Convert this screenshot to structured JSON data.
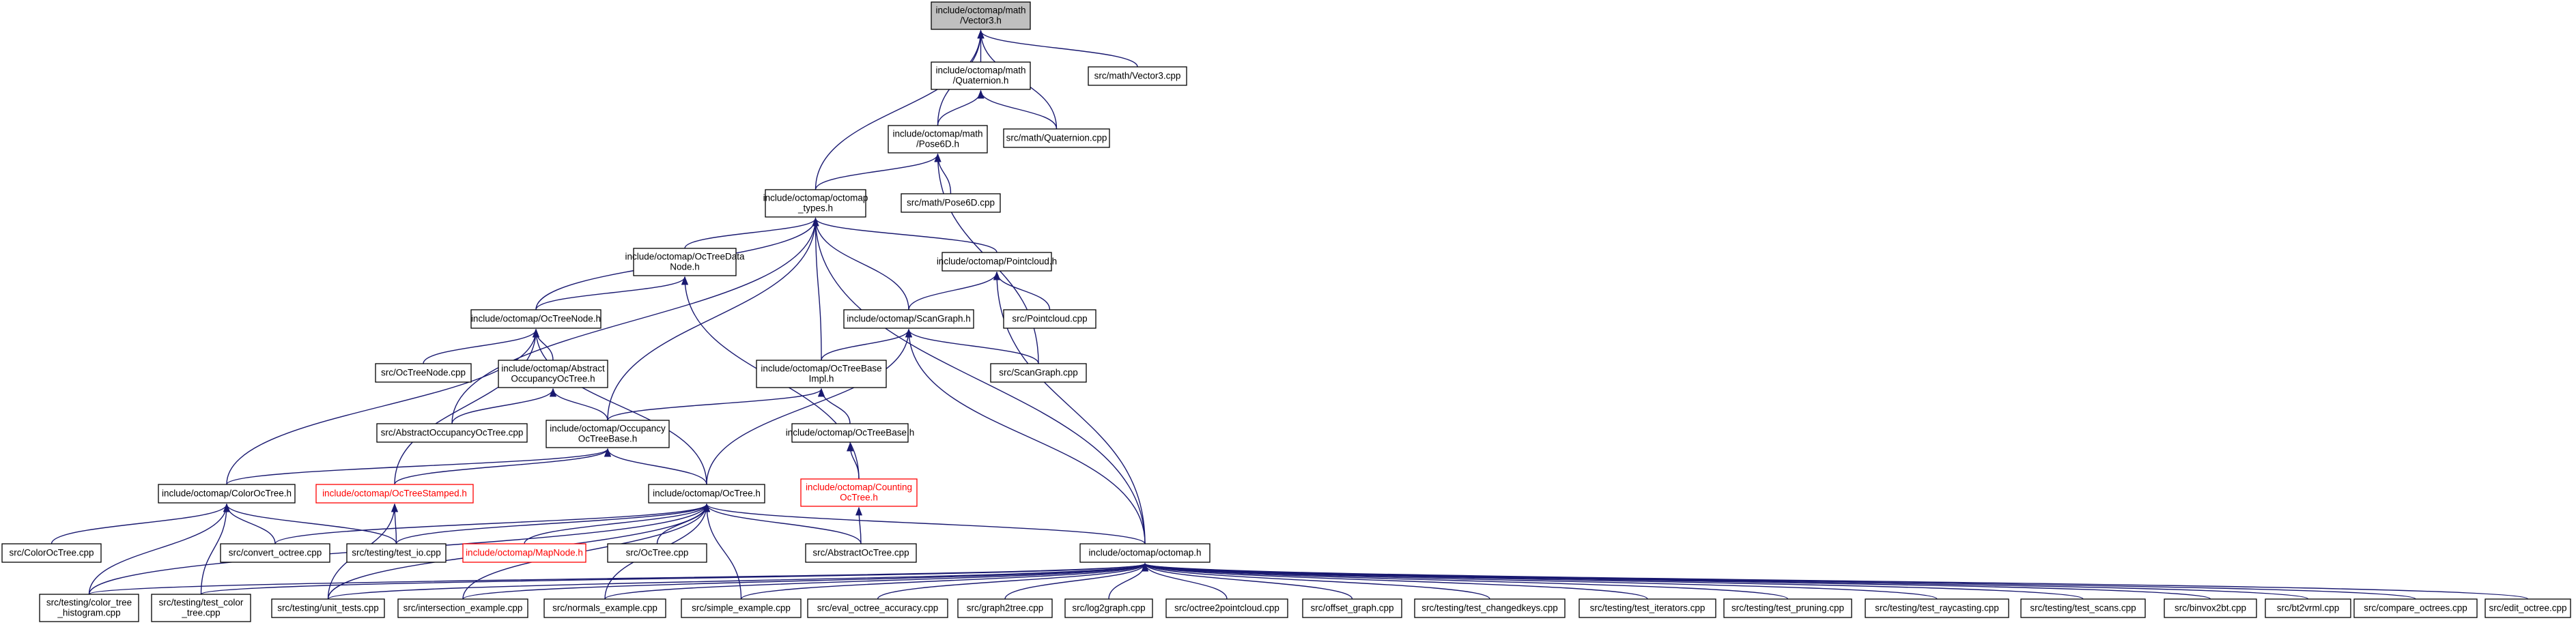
{
  "graph": {
    "kind": "include-dependency-graph",
    "colors": {
      "edge": "#191970",
      "node_border": "#000000",
      "root_fill": "#bfbfbf",
      "truncated_border": "#ff0000"
    },
    "nodes": [
      {
        "id": "vector3_h",
        "lines": [
          "include/octomap/math",
          "/Vector3.h"
        ],
        "style": "root"
      },
      {
        "id": "quaternion_h",
        "lines": [
          "include/octomap/math",
          "/Quaternion.h"
        ]
      },
      {
        "id": "vector3_cpp",
        "lines": [
          "src/math/Vector3.cpp"
        ]
      },
      {
        "id": "pose6d_h",
        "lines": [
          "include/octomap/math",
          "/Pose6D.h"
        ]
      },
      {
        "id": "quaternion_cpp",
        "lines": [
          "src/math/Quaternion.cpp"
        ]
      },
      {
        "id": "octomap_types_h",
        "lines": [
          "include/octomap/octomap",
          "_types.h"
        ]
      },
      {
        "id": "pose6d_cpp",
        "lines": [
          "src/math/Pose6D.cpp"
        ]
      },
      {
        "id": "octreedatanode_h",
        "lines": [
          "include/octomap/OcTreeData",
          "Node.h"
        ]
      },
      {
        "id": "pointcloud_h",
        "lines": [
          "include/octomap/Pointcloud.h"
        ]
      },
      {
        "id": "octreenode_h",
        "lines": [
          "include/octomap/OcTreeNode.h"
        ]
      },
      {
        "id": "scangraph_h",
        "lines": [
          "include/octomap/ScanGraph.h"
        ]
      },
      {
        "id": "pointcloud_cpp",
        "lines": [
          "src/Pointcloud.cpp"
        ]
      },
      {
        "id": "octreenode_cpp",
        "lines": [
          "src/OcTreeNode.cpp"
        ]
      },
      {
        "id": "abstractoccupancyoctree_h",
        "lines": [
          "include/octomap/Abstract",
          "OccupancyOcTree.h"
        ]
      },
      {
        "id": "octreebaseimpl_h",
        "lines": [
          "include/octomap/OcTreeBase",
          "Impl.h"
        ]
      },
      {
        "id": "scangraph_cpp",
        "lines": [
          "src/ScanGraph.cpp"
        ]
      },
      {
        "id": "abstractoccupancyoctree_cpp",
        "lines": [
          "src/AbstractOccupancyOcTree.cpp"
        ]
      },
      {
        "id": "occupancyoctreebase_h",
        "lines": [
          "include/octomap/Occupancy",
          "OcTreeBase.h"
        ]
      },
      {
        "id": "octreebase_h",
        "lines": [
          "include/octomap/OcTreeBase.h"
        ]
      },
      {
        "id": "coloroctree_h",
        "lines": [
          "include/octomap/ColorOcTree.h"
        ]
      },
      {
        "id": "octreestamped_h",
        "lines": [
          "include/octomap/OcTreeStamped.h"
        ],
        "style": "trunc"
      },
      {
        "id": "octree_h",
        "lines": [
          "include/octomap/OcTree.h"
        ]
      },
      {
        "id": "countingoctree_h",
        "lines": [
          "include/octomap/Counting",
          "OcTree.h"
        ],
        "style": "trunc"
      },
      {
        "id": "coloroctree_cpp",
        "lines": [
          "src/ColorOcTree.cpp"
        ]
      },
      {
        "id": "convert_octree_cpp",
        "lines": [
          "src/convert_octree.cpp"
        ]
      },
      {
        "id": "test_io_cpp",
        "lines": [
          "src/testing/test_io.cpp"
        ]
      },
      {
        "id": "mapnode_h",
        "lines": [
          "include/octomap/MapNode.h"
        ],
        "style": "trunc"
      },
      {
        "id": "octree_cpp",
        "lines": [
          "src/OcTree.cpp"
        ]
      },
      {
        "id": "abstractoctree_cpp",
        "lines": [
          "src/AbstractOcTree.cpp"
        ]
      },
      {
        "id": "octomap_h",
        "lines": [
          "include/octomap/octomap.h"
        ]
      },
      {
        "id": "color_tree_histogram_cpp",
        "lines": [
          "src/testing/color_tree",
          "_histogram.cpp"
        ]
      },
      {
        "id": "test_color_tree_cpp",
        "lines": [
          "src/testing/test_color",
          "_tree.cpp"
        ]
      },
      {
        "id": "unit_tests_cpp",
        "lines": [
          "src/testing/unit_tests.cpp"
        ]
      },
      {
        "id": "intersection_example_cpp",
        "lines": [
          "src/intersection_example.cpp"
        ]
      },
      {
        "id": "normals_example_cpp",
        "lines": [
          "src/normals_example.cpp"
        ]
      },
      {
        "id": "simple_example_cpp",
        "lines": [
          "src/simple_example.cpp"
        ]
      },
      {
        "id": "eval_octree_accuracy_cpp",
        "lines": [
          "src/eval_octree_accuracy.cpp"
        ]
      },
      {
        "id": "graph2tree_cpp",
        "lines": [
          "src/graph2tree.cpp"
        ]
      },
      {
        "id": "log2graph_cpp",
        "lines": [
          "src/log2graph.cpp"
        ]
      },
      {
        "id": "octree2pointcloud_cpp",
        "lines": [
          "src/octree2pointcloud.cpp"
        ]
      },
      {
        "id": "offset_graph_cpp",
        "lines": [
          "src/offset_graph.cpp"
        ]
      },
      {
        "id": "test_changedkeys_cpp",
        "lines": [
          "src/testing/test_changedkeys.cpp"
        ]
      },
      {
        "id": "test_iterators_cpp",
        "lines": [
          "src/testing/test_iterators.cpp"
        ]
      },
      {
        "id": "test_pruning_cpp",
        "lines": [
          "src/testing/test_pruning.cpp"
        ]
      },
      {
        "id": "test_raycasting_cpp",
        "lines": [
          "src/testing/test_raycasting.cpp"
        ]
      },
      {
        "id": "test_scans_cpp",
        "lines": [
          "src/testing/test_scans.cpp"
        ]
      },
      {
        "id": "binvox2bt_cpp",
        "lines": [
          "src/binvox2bt.cpp"
        ]
      },
      {
        "id": "bt2vrml_cpp",
        "lines": [
          "src/bt2vrml.cpp"
        ]
      },
      {
        "id": "compare_octrees_cpp",
        "lines": [
          "src/compare_octrees.cpp"
        ]
      },
      {
        "id": "edit_octree_cpp",
        "lines": [
          "src/edit_octree.cpp"
        ]
      }
    ],
    "edges": [
      [
        "quaternion_h",
        "vector3_h"
      ],
      [
        "vector3_cpp",
        "vector3_h"
      ],
      [
        "pose6d_h",
        "vector3_h"
      ],
      [
        "quaternion_cpp",
        "vector3_h"
      ],
      [
        "octomap_types_h",
        "vector3_h"
      ],
      [
        "pose6d_h",
        "quaternion_h"
      ],
      [
        "quaternion_cpp",
        "quaternion_h"
      ],
      [
        "octomap_types_h",
        "pose6d_h"
      ],
      [
        "pose6d_cpp",
        "pose6d_h"
      ],
      [
        "scangraph_cpp",
        "pose6d_h"
      ],
      [
        "octreedatanode_h",
        "octomap_types_h"
      ],
      [
        "pointcloud_h",
        "octomap_types_h"
      ],
      [
        "octreenode_h",
        "octomap_types_h"
      ],
      [
        "scangraph_h",
        "octomap_types_h"
      ],
      [
        "octreebaseimpl_h",
        "octomap_types_h"
      ],
      [
        "occupancyoctreebase_h",
        "octomap_types_h"
      ],
      [
        "abstractoccupancyoctree_cpp",
        "octomap_types_h"
      ],
      [
        "octomap_h",
        "octomap_types_h"
      ],
      [
        "octreenode_h",
        "octreedatanode_h"
      ],
      [
        "countingoctree_h",
        "octreedatanode_h"
      ],
      [
        "scangraph_h",
        "pointcloud_h"
      ],
      [
        "pointcloud_cpp",
        "pointcloud_h"
      ],
      [
        "octomap_h",
        "pointcloud_h"
      ],
      [
        "octreebaseimpl_h",
        "scangraph_h"
      ],
      [
        "scangraph_cpp",
        "scangraph_h"
      ],
      [
        "octomap_h",
        "scangraph_h"
      ],
      [
        "octree_h",
        "scangraph_h"
      ],
      [
        "octreenode_cpp",
        "octreenode_h"
      ],
      [
        "abstractoccupancyoctree_h",
        "octreenode_h"
      ],
      [
        "coloroctree_h",
        "octreenode_h"
      ],
      [
        "octreestamped_h",
        "octreenode_h"
      ],
      [
        "octree_h",
        "octreenode_h"
      ],
      [
        "abstractoccupancyoctree_cpp",
        "abstractoccupancyoctree_h"
      ],
      [
        "occupancyoctreebase_h",
        "abstractoccupancyoctree_h"
      ],
      [
        "occupancyoctreebase_h",
        "octreebaseimpl_h"
      ],
      [
        "octreebase_h",
        "octreebaseimpl_h"
      ],
      [
        "countingoctree_h",
        "octreebase_h"
      ],
      [
        "coloroctree_h",
        "occupancyoctreebase_h"
      ],
      [
        "octreestamped_h",
        "occupancyoctreebase_h"
      ],
      [
        "octree_h",
        "occupancyoctreebase_h"
      ],
      [
        "abstractoctree_cpp",
        "countingoctree_h"
      ],
      [
        "coloroctree_cpp",
        "coloroctree_h"
      ],
      [
        "convert_octree_cpp",
        "coloroctree_h"
      ],
      [
        "test_io_cpp",
        "coloroctree_h"
      ],
      [
        "color_tree_histogram_cpp",
        "coloroctree_h"
      ],
      [
        "test_color_tree_cpp",
        "coloroctree_h"
      ],
      [
        "test_io_cpp",
        "octreestamped_h"
      ],
      [
        "unit_tests_cpp",
        "octreestamped_h"
      ],
      [
        "convert_octree_cpp",
        "octree_h"
      ],
      [
        "test_io_cpp",
        "octree_h"
      ],
      [
        "mapnode_h",
        "octree_h"
      ],
      [
        "octree_cpp",
        "octree_h"
      ],
      [
        "abstractoctree_cpp",
        "octree_h"
      ],
      [
        "octomap_h",
        "octree_h"
      ],
      [
        "color_tree_histogram_cpp",
        "octree_h"
      ],
      [
        "unit_tests_cpp",
        "octree_h"
      ],
      [
        "intersection_example_cpp",
        "octree_h"
      ],
      [
        "normals_example_cpp",
        "octree_h"
      ],
      [
        "simple_example_cpp",
        "octree_h"
      ],
      [
        "color_tree_histogram_cpp",
        "octomap_h"
      ],
      [
        "test_color_tree_cpp",
        "octomap_h"
      ],
      [
        "unit_tests_cpp",
        "octomap_h"
      ],
      [
        "intersection_example_cpp",
        "octomap_h"
      ],
      [
        "normals_example_cpp",
        "octomap_h"
      ],
      [
        "simple_example_cpp",
        "octomap_h"
      ],
      [
        "eval_octree_accuracy_cpp",
        "octomap_h"
      ],
      [
        "graph2tree_cpp",
        "octomap_h"
      ],
      [
        "log2graph_cpp",
        "octomap_h"
      ],
      [
        "octree2pointcloud_cpp",
        "octomap_h"
      ],
      [
        "offset_graph_cpp",
        "octomap_h"
      ],
      [
        "test_changedkeys_cpp",
        "octomap_h"
      ],
      [
        "test_iterators_cpp",
        "octomap_h"
      ],
      [
        "test_pruning_cpp",
        "octomap_h"
      ],
      [
        "test_raycasting_cpp",
        "octomap_h"
      ],
      [
        "test_scans_cpp",
        "octomap_h"
      ],
      [
        "binvox2bt_cpp",
        "octomap_h"
      ],
      [
        "bt2vrml_cpp",
        "octomap_h"
      ],
      [
        "compare_octrees_cpp",
        "octomap_h"
      ],
      [
        "edit_octree_cpp",
        "octomap_h"
      ]
    ]
  }
}
